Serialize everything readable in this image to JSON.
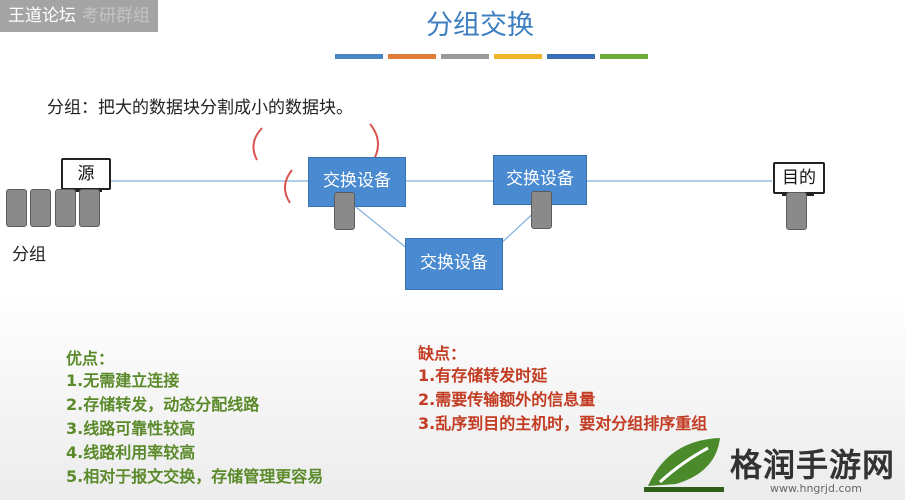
{
  "watermark": {
    "text": "王道论坛",
    "ghost": "考研群组"
  },
  "title": "分组交换",
  "title_bar_colors": [
    "#4a86c8",
    "#e07b39",
    "#9a9a9a",
    "#f0b429",
    "#3a6eb5",
    "#6aab3a"
  ],
  "intro": "分组：把大的数据块分割成小的数据块。",
  "diagram": {
    "source_label": "源",
    "dest_label": "目的",
    "packets_label": "分组",
    "switch_1": "交换设备",
    "switch_2": "交换设备",
    "switch_3": "交换设备"
  },
  "advantages": {
    "title": "优点：",
    "items": [
      "1.无需建立连接",
      "2.存储转发，动态分配线路",
      "3.线路可靠性较高",
      "4.线路利用率较高",
      "5.相对于报文交换，存储管理更容易"
    ]
  },
  "disadvantages": {
    "title": "缺点：",
    "items": [
      "1.有存储转发时延",
      "2.需要传输额外的信息量",
      "3.乱序到目的主机时，要对分组排序重组"
    ]
  },
  "logo": {
    "name": "格润手游网",
    "url": "www.hngrjd.com"
  },
  "colors": {
    "title": "#3d7fc1",
    "switch": "#4a8ad1",
    "advantages": "#5a8a2a",
    "disadvantages": "#c23b22",
    "annotation": "#d9534f"
  }
}
